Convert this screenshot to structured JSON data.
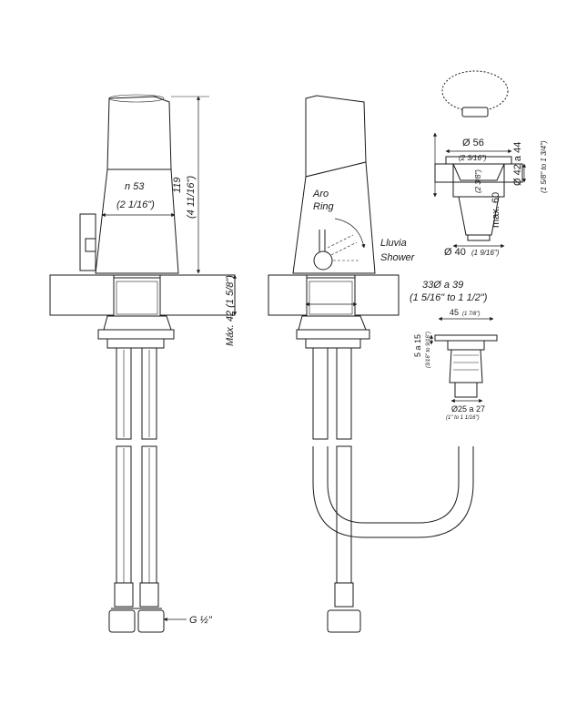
{
  "left_view": {
    "diameter_label": "n 53",
    "diameter_label_in": "(2 1/16\")",
    "height_label": "119",
    "height_label_in": "(4 11/16\")",
    "deck_label": "Máx. 42 (1 5/8\")",
    "thread_label": "G ½\""
  },
  "center_view": {
    "ring_label_es": "Aro",
    "ring_label_en": "Ring",
    "shower_label_es": "Lluvia",
    "shower_label_en": "Shower",
    "hole_label": "33Ø a 39",
    "hole_label_in": "(1 5/16\" to 1 1/2\")"
  },
  "drain_top": {
    "diameter_label": "Ø 56",
    "diameter_label_in": "(2 3/16\")",
    "max_label": "max. 60",
    "max_label_in": "(2 3/8\")",
    "hole_label": "Ø 42 a 44",
    "hole_label_in": "(1 5/8\" to 1 3/4\")",
    "base_label": "Ø 40",
    "base_label_in": "(1 9/16\")"
  },
  "drain_bottom": {
    "width_label": "45",
    "width_label_in": "(1 7/8\")",
    "thickness_label": "5 a 15",
    "thickness_label_in": "(3/16\" to 9/16\")",
    "diameter_label": "Ø25 a 27",
    "diameter_label_in": "(1\" to 1 1/16\")"
  }
}
